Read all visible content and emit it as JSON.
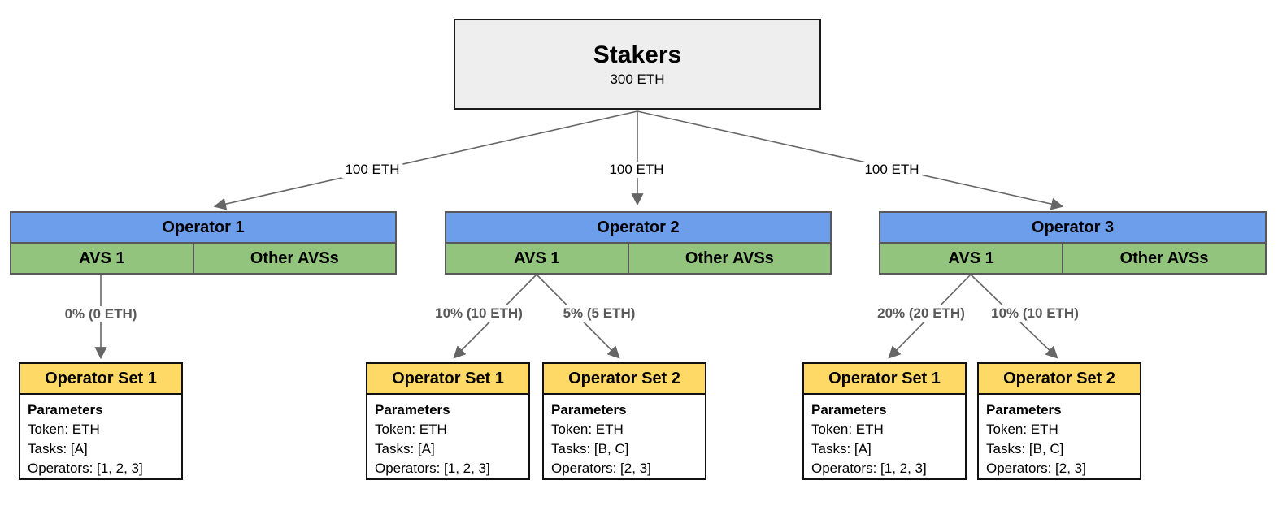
{
  "stakers": {
    "title": "Stakers",
    "subtitle": "300 ETH"
  },
  "stake_edges": [
    {
      "label": "100 ETH"
    },
    {
      "label": "100 ETH"
    },
    {
      "label": "100 ETH"
    }
  ],
  "operators": [
    {
      "title": "Operator 1",
      "avs": "AVS 1",
      "other_avs": "Other AVSs",
      "allocations": [
        "0% (0 ETH)"
      ],
      "sets": [
        {
          "title": "Operator Set 1",
          "params_heading": "Parameters",
          "token": "Token: ETH",
          "tasks": "Tasks: [A]",
          "operators_line": "Operators: [1, 2, 3]"
        }
      ]
    },
    {
      "title": "Operator 2",
      "avs": "AVS 1",
      "other_avs": "Other AVSs",
      "allocations": [
        "10% (10 ETH)",
        "5% (5 ETH)"
      ],
      "sets": [
        {
          "title": "Operator Set 1",
          "params_heading": "Parameters",
          "token": "Token: ETH",
          "tasks": "Tasks: [A]",
          "operators_line": "Operators: [1, 2, 3]"
        },
        {
          "title": "Operator Set 2",
          "params_heading": "Parameters",
          "token": "Token: ETH",
          "tasks": "Tasks: [B, C]",
          "operators_line": "Operators: [2, 3]"
        }
      ]
    },
    {
      "title": "Operator 3",
      "avs": "AVS 1",
      "other_avs": "Other AVSs",
      "allocations": [
        "20% (20 ETH)",
        "10% (10 ETH)"
      ],
      "sets": [
        {
          "title": "Operator Set 1",
          "params_heading": "Parameters",
          "token": "Token: ETH",
          "tasks": "Tasks: [A]",
          "operators_line": "Operators: [1, 2, 3]"
        },
        {
          "title": "Operator Set 2",
          "params_heading": "Parameters",
          "token": "Token: ETH",
          "tasks": "Tasks: [B, C]",
          "operators_line": "Operators: [2, 3]"
        }
      ]
    }
  ],
  "colors": {
    "operator_blue": "#6d9eeb",
    "avs_green": "#93c47d",
    "set_yellow": "#ffd966",
    "stakers_gray": "#eeeeee",
    "connector_gray": "#666666",
    "box_border_gray": "#595959"
  }
}
